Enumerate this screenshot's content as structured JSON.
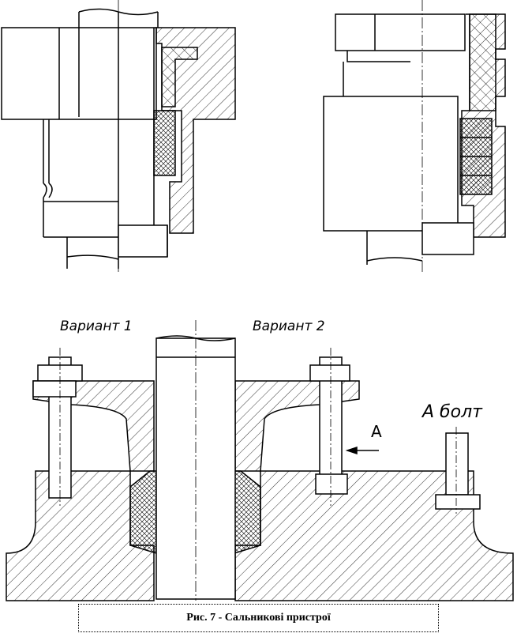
{
  "labels": {
    "variant1": "Вариант 1",
    "variant2": "Вариант 2",
    "arrow_letter": "А",
    "view_bolt": "А болт"
  },
  "caption": "Рис. 7 - Сальникові пристрої",
  "colors": {
    "line": "#000000",
    "background": "#ffffff"
  }
}
